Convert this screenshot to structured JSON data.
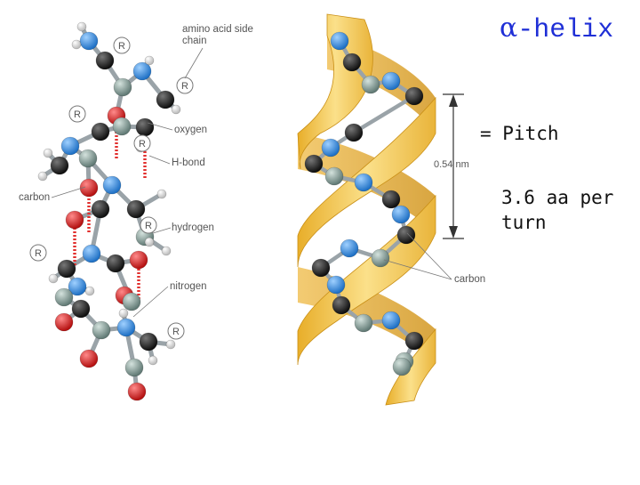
{
  "slide": {
    "title_symbol": "α",
    "title_text": "-helix",
    "pitch_note": "= Pitch",
    "per_turn_note": "3.6 aa per turn"
  },
  "left_model": {
    "labels": {
      "side_chain": "amino acid side chain",
      "oxygen": "oxygen",
      "hbond": "H-bond",
      "carbon": "carbon",
      "hydrogen": "hydrogen",
      "nitrogen": "nitrogen"
    },
    "r_label": "R"
  },
  "right_model": {
    "pitch_value": "0.54 nm",
    "carbon_label": "carbon"
  },
  "colors": {
    "carbon": "#1a1a1a",
    "nitrogen": "#3a8fd8",
    "oxygen": "#d61e1e",
    "hydrogen": "#f2f2f2",
    "alpha_carbon": "#8fa5a0",
    "ribbon": "#f3c54a",
    "ribbon_dark": "#d9a52a",
    "title": "#1f2fd6"
  }
}
